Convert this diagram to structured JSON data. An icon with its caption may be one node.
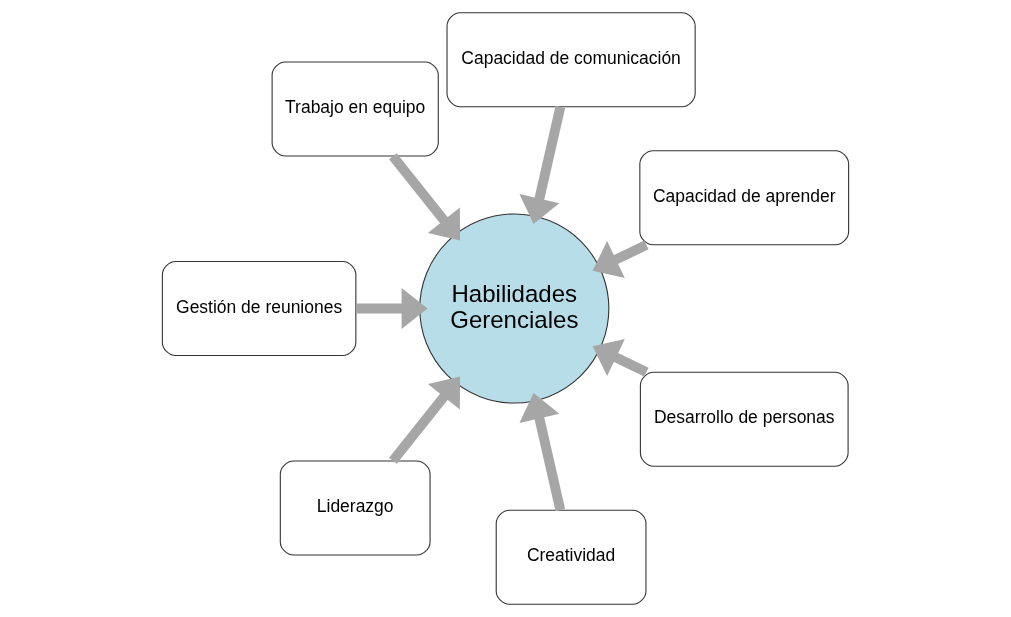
{
  "diagram": {
    "nodes": [
      {
        "text": [
          "Capacidad de aprender"
        ]
      },
      {
        "text": [
          "Capacidad de comunicación"
        ]
      },
      {
        "text": [
          "Trabajo en equipo"
        ]
      },
      {
        "text": [
          "Gestión de reuniones"
        ]
      },
      {
        "text": [
          "Liderazgo"
        ]
      },
      {
        "text": [
          "Creatividad"
        ]
      },
      {
        "text": [
          "Desarrollo de personas"
        ]
      },
      {
        "text": [
          "Habilidades Gerenciales"
        ]
      }
    ],
    "edges": [
      {
        "from": 0,
        "to": 7,
        "arrow": "to"
      },
      {
        "from": 1,
        "to": 7,
        "arrow": "to"
      },
      {
        "from": 2,
        "to": 7,
        "arrow": "to"
      },
      {
        "from": 3,
        "to": 7,
        "arrow": "to"
      },
      {
        "from": 4,
        "to": 7,
        "arrow": "to"
      },
      {
        "from": 5,
        "to": 7,
        "arrow": "to"
      },
      {
        "from": 6,
        "to": 7,
        "arrow": "to"
      }
    ]
  }
}
